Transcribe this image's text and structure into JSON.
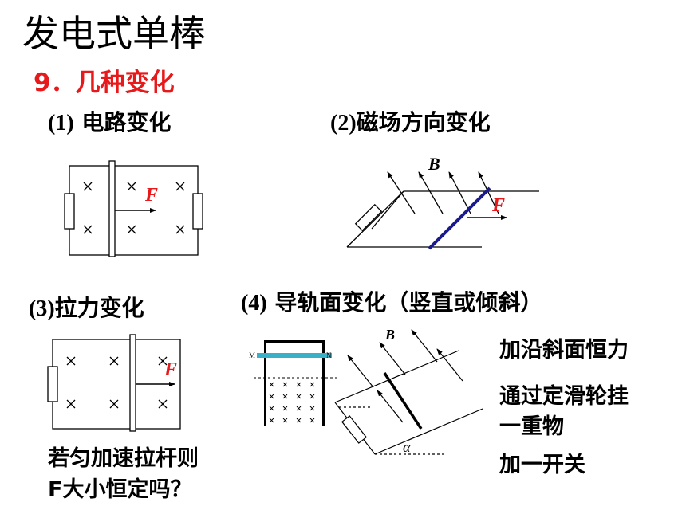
{
  "slide": {
    "title": "发电式单棒",
    "section": "9．几种变化"
  },
  "cases": [
    {
      "label_num": "(1)",
      "label_text": " 电路变化"
    },
    {
      "label_num": "(2)",
      "label_text": "磁场方向变化"
    },
    {
      "label_num": "(3)",
      "label_text": "拉力变化"
    },
    {
      "label_num": "(4)",
      "label_text": " 导轨面变化（竖直或倾斜）"
    }
  ],
  "question": {
    "line1": "若匀加速拉杆则",
    "line2": "F大小恒定吗？"
  },
  "notes": [
    "加沿斜面恒力",
    "通过定滑轮挂",
    "一重物",
    "加一开关"
  ],
  "figure_labels": {
    "force": "F",
    "field": "B",
    "angle": "α",
    "rod_left": "M",
    "rod_right": "N"
  },
  "colors": {
    "title": "#000000",
    "section": "#e8191a",
    "force_label": "#e8191a",
    "rod_dark": "#1a1a8c",
    "rod_vertical_setup": "#3ab0c8"
  }
}
